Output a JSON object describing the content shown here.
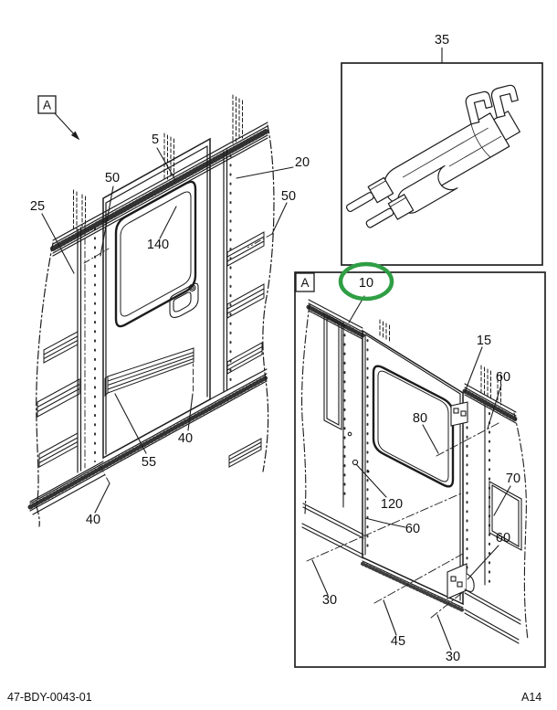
{
  "colors": {
    "ink": "#1c1c1c",
    "highlight": "#2f9e44"
  },
  "footer": {
    "doc_number": "47-BDY-0043-01",
    "page_ref": "A14"
  },
  "main_view": {
    "view_label": "A",
    "callouts": {
      "c5": "5",
      "c50_left": "50",
      "c20": "20",
      "c50_right": "50",
      "c25": "25",
      "c140": "140",
      "c40_right": "40",
      "c55": "55",
      "c40_bottom": "40"
    }
  },
  "part_box": {
    "callout_35": "35"
  },
  "detail_box": {
    "corner_label": "A",
    "highlight_callout": "10",
    "callouts": {
      "c15": "15",
      "c60_top": "60",
      "c80": "80",
      "c70": "70",
      "c120": "120",
      "c60_mid": "60",
      "c60_bottom": "60",
      "c30_left": "30",
      "c45": "45",
      "c30_right": "30"
    }
  }
}
